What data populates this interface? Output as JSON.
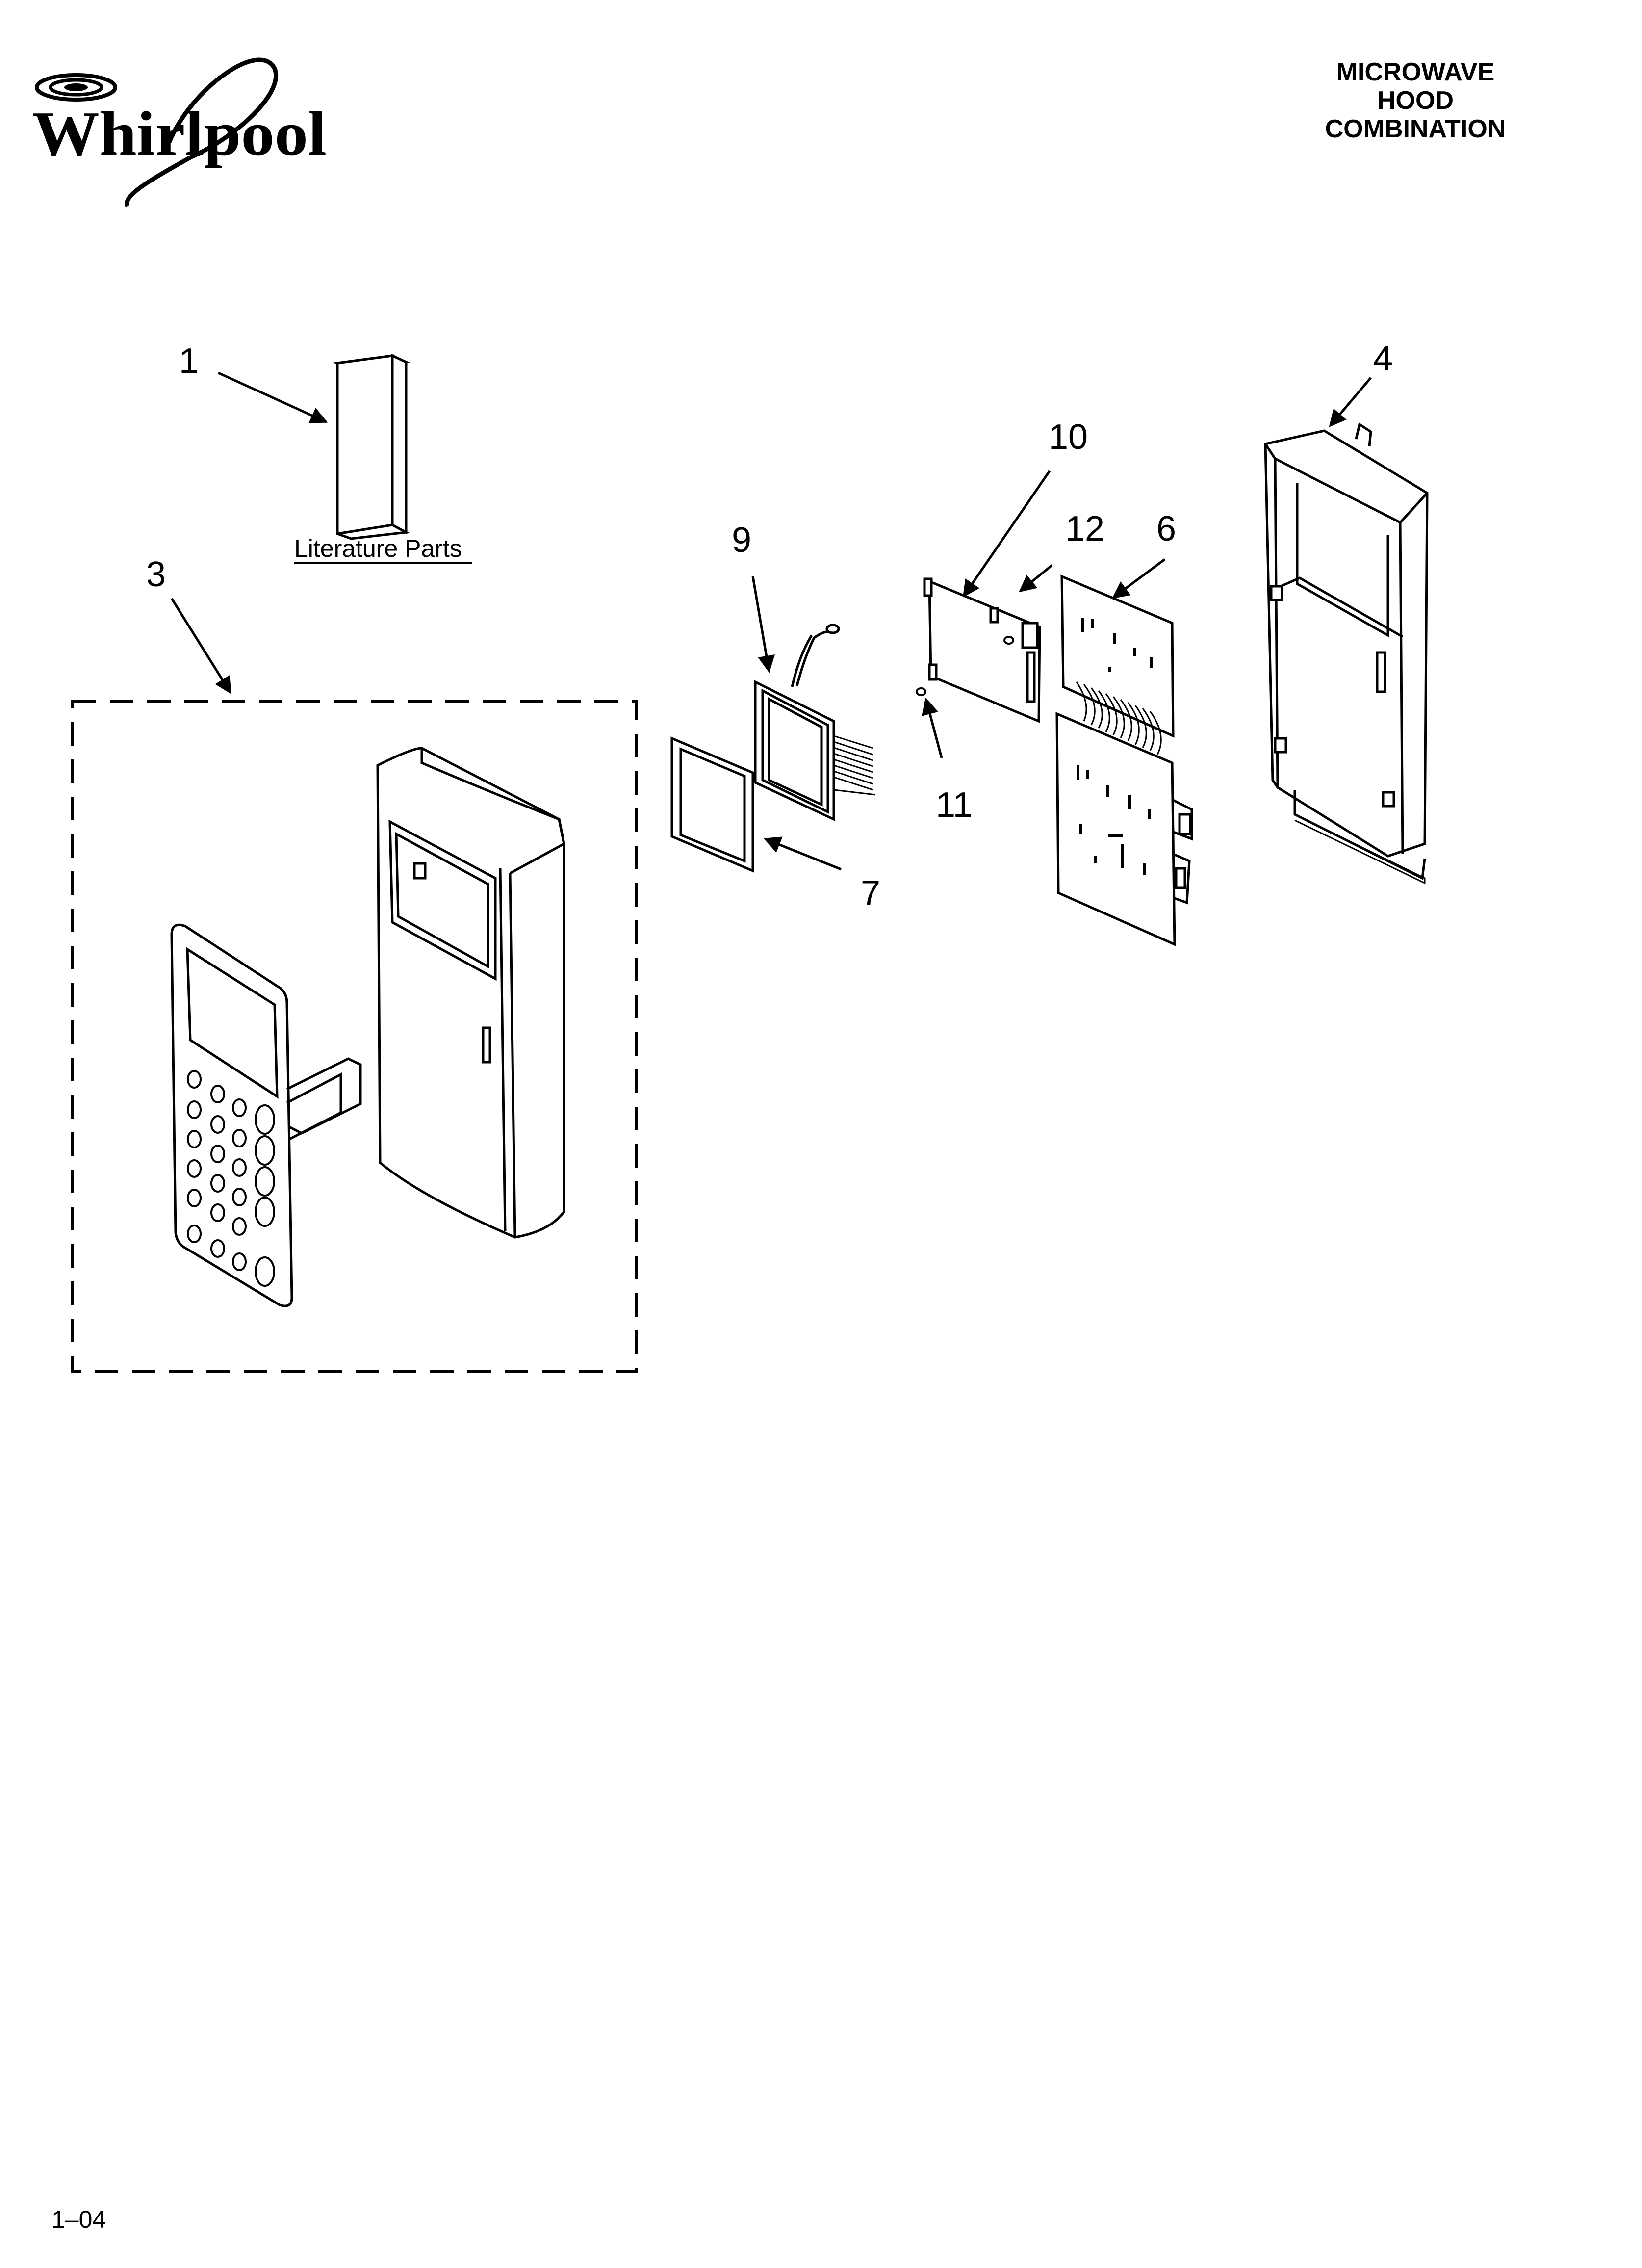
{
  "brand": {
    "name": "Whirlpool"
  },
  "title": {
    "lines": [
      "MICROWAVE",
      "HOOD",
      "COMBINATION"
    ]
  },
  "footer": {
    "page_number": "1–04"
  },
  "callouts": {
    "c1": "1",
    "c3": "3",
    "c4": "4",
    "c6": "6",
    "c7": "7",
    "c9": "9",
    "c10": "10",
    "c11": "11",
    "c12": "12"
  },
  "labels": {
    "literature": "Literature Parts"
  },
  "colors": {
    "ink": "#000000",
    "paper": "#ffffff"
  }
}
